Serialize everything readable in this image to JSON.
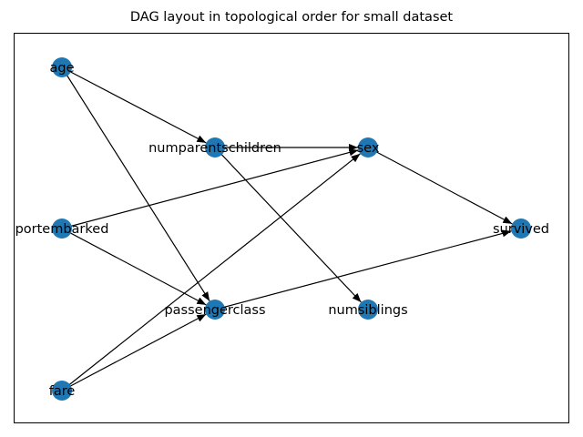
{
  "title": "DAG layout in topological order for small dataset",
  "node_color": "#1f77b4",
  "edge_color": "#000000",
  "nodes": [
    {
      "id": "age",
      "label": "age"
    },
    {
      "id": "portembarked",
      "label": "portembarked"
    },
    {
      "id": "fare",
      "label": "fare"
    },
    {
      "id": "numparentschildren",
      "label": "numparentschildren"
    },
    {
      "id": "passengerclass",
      "label": "passengerclass"
    },
    {
      "id": "sex",
      "label": "sex"
    },
    {
      "id": "numsiblings",
      "label": "numsiblings"
    },
    {
      "id": "survived",
      "label": "survived"
    }
  ],
  "edges": [
    {
      "from": "age",
      "to": "numparentschildren"
    },
    {
      "from": "age",
      "to": "passengerclass"
    },
    {
      "from": "portembarked",
      "to": "sex"
    },
    {
      "from": "portembarked",
      "to": "passengerclass"
    },
    {
      "from": "fare",
      "to": "sex"
    },
    {
      "from": "fare",
      "to": "passengerclass"
    },
    {
      "from": "numparentschildren",
      "to": "sex"
    },
    {
      "from": "numparentschildren",
      "to": "numsiblings"
    },
    {
      "from": "passengerclass",
      "to": "survived"
    },
    {
      "from": "sex",
      "to": "survived"
    }
  ]
}
